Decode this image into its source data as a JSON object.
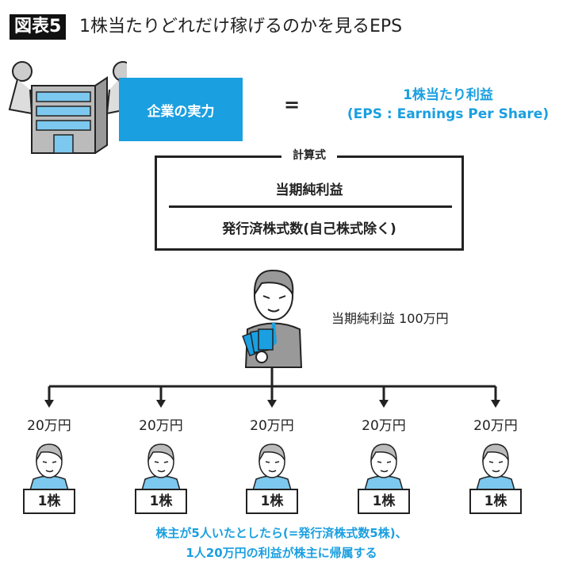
{
  "header": {
    "badge": "図表5",
    "title": "1株当たりどれだけ稼げるのかを見るEPS"
  },
  "company": {
    "label": "企業の実力"
  },
  "equals": "=",
  "eps": {
    "line1": "1株当たり利益",
    "line2": "(EPS : Earnings Per Share)"
  },
  "formula": {
    "label": "計算式",
    "numerator": "当期純利益",
    "denominator": "発行済株式数(自己株式除く)"
  },
  "manager": {
    "profit": "当期純利益 100万円"
  },
  "shareholders": [
    {
      "amount": "20万円",
      "shares": "1株"
    },
    {
      "amount": "20万円",
      "shares": "1株"
    },
    {
      "amount": "20万円",
      "shares": "1株"
    },
    {
      "amount": "20万円",
      "shares": "1株"
    },
    {
      "amount": "20万円",
      "shares": "1株"
    }
  ],
  "note": {
    "line1": "株主が5人いたとしたら(=発行済株式数5株)、",
    "line2": "1人20万円の利益が株主に帰属する"
  },
  "colors": {
    "accent": "#1a9fe0",
    "dark": "#222222"
  }
}
